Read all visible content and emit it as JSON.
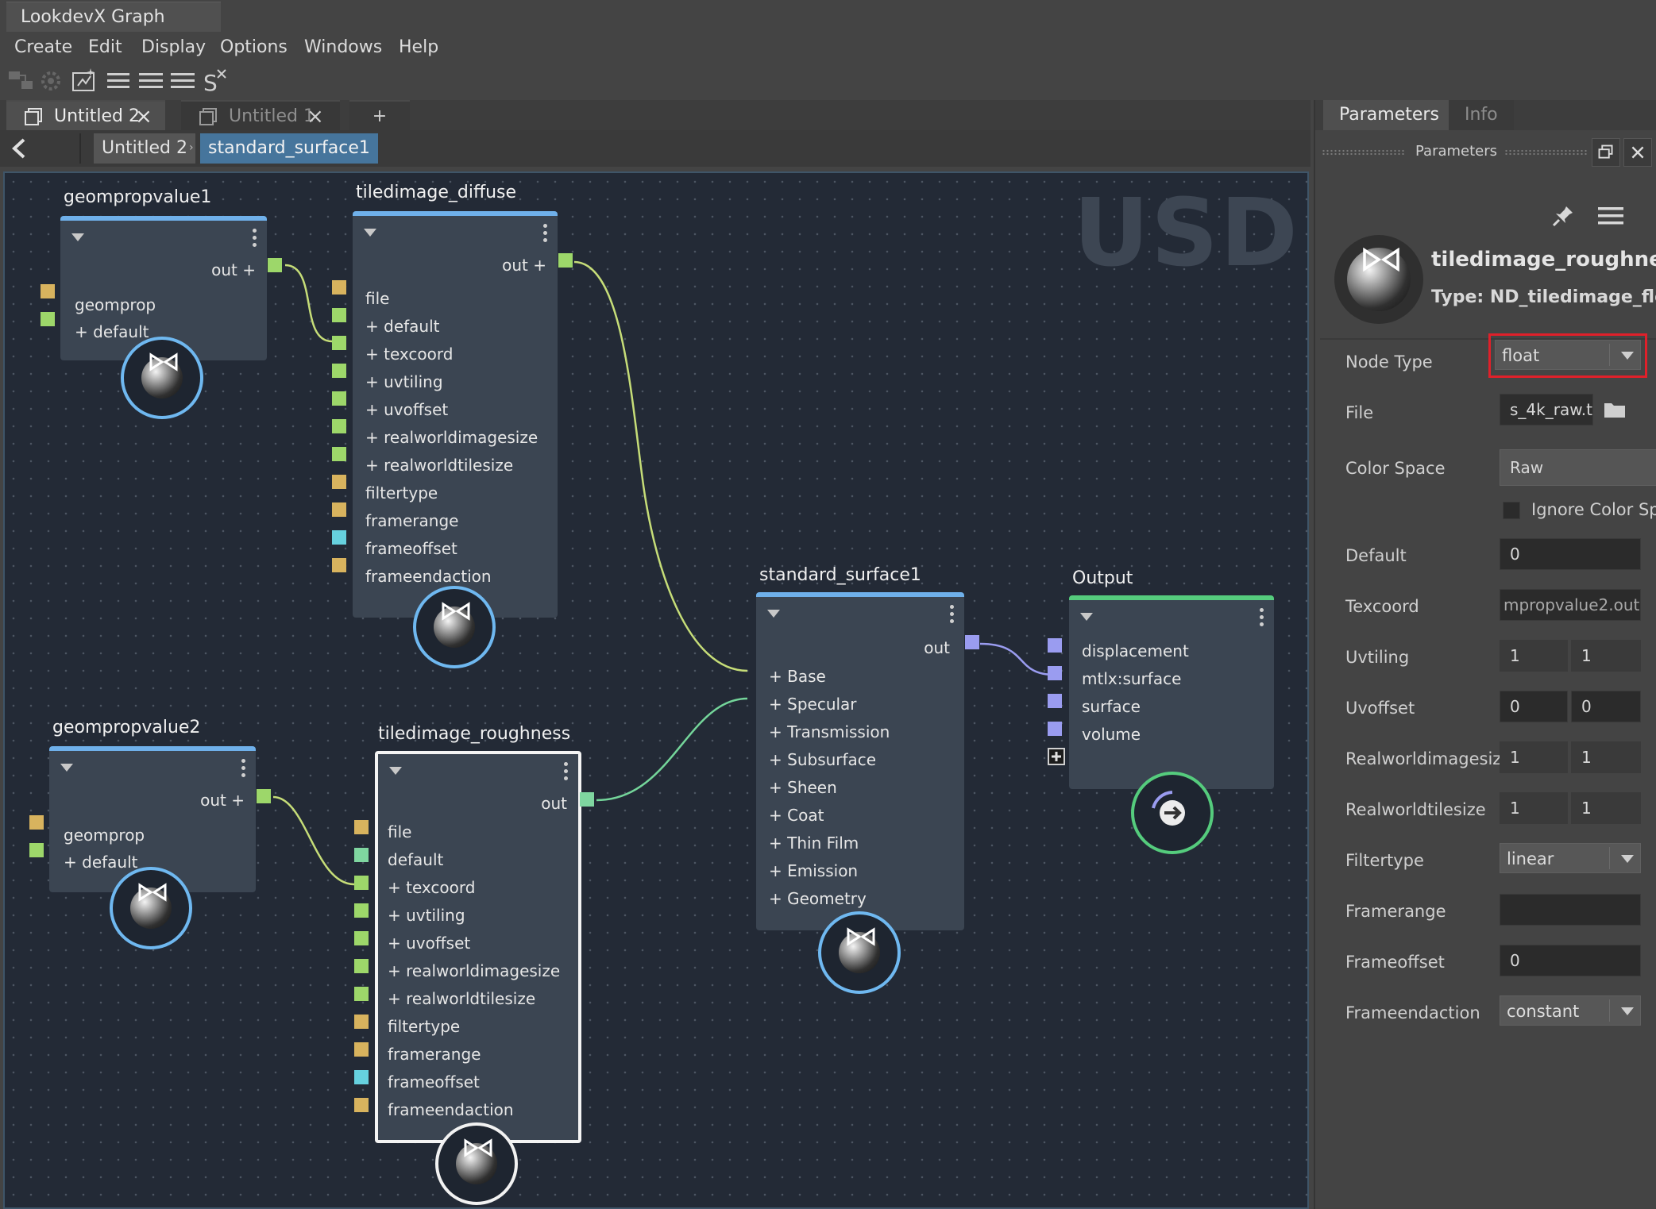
{
  "window": {
    "title": "LookdevX Graph Editor"
  },
  "menu": [
    "Create",
    "Edit",
    "Display",
    "Options",
    "Windows",
    "Help"
  ],
  "toolbar_icons": [
    "nodes-icon",
    "settings-gear-icon",
    "graph-frame-icon",
    "align-left-icon",
    "align-center-icon",
    "align-right-icon",
    "clear-selection-icon"
  ],
  "tabs": [
    {
      "label": "Untitled 2",
      "active": true
    },
    {
      "label": "Untitled 1",
      "active": false
    }
  ],
  "add_tab_label": "+",
  "breadcrumb": {
    "root": "Untitled 2",
    "current": "standard_surface1"
  },
  "canvas": {
    "watermark": "USD"
  },
  "nodes": {
    "geompropvalue1": {
      "title": "geompropvalue1",
      "out": "out",
      "inputs": [
        "geomprop",
        "default"
      ]
    },
    "tiledimage_diffuse": {
      "title": "tiledimage_diffuse",
      "out": "out",
      "inputs": [
        "file",
        "default",
        "texcoord",
        "uvtiling",
        "uvoffset",
        "realworldimagesize",
        "realworldtilesize",
        "filtertype",
        "framerange",
        "frameoffset",
        "frameendaction"
      ]
    },
    "geompropvalue2": {
      "title": "geompropvalue2",
      "out": "out",
      "inputs": [
        "geomprop",
        "default"
      ]
    },
    "tiledimage_roughness": {
      "title": "tiledimage_roughness",
      "out": "out",
      "inputs": [
        "file",
        "default",
        "texcoord",
        "uvtiling",
        "uvoffset",
        "realworldimagesize",
        "realworldtilesize",
        "filtertype",
        "framerange",
        "frameoffset",
        "frameendaction"
      ]
    },
    "standard_surface1": {
      "title": "standard_surface1",
      "out": "out",
      "inputs": [
        "Base",
        "Specular",
        "Transmission",
        "Subsurface",
        "Sheen",
        "Coat",
        "Thin Film",
        "Emission",
        "Geometry"
      ]
    },
    "output": {
      "title": "Output",
      "inputs": [
        "displacement",
        "mtlx:surface",
        "surface",
        "volume"
      ]
    }
  },
  "panel": {
    "tabs": [
      "Parameters",
      "Info"
    ],
    "header_title": "Parameters",
    "node_name": "tiledimage_roughness",
    "node_type": "Type: ND_tiledimage_float",
    "params": {
      "node_type_label": "Node Type",
      "node_type_value": "float",
      "file_label": "File",
      "file_value": "s_4k_raw.tx",
      "color_space_label": "Color Space",
      "color_space_value": "Raw",
      "ignore_color_space_label": "Ignore Color Space",
      "default_label": "Default",
      "default_value": "0",
      "texcoord_label": "Texcoord",
      "texcoord_value": "mpropvalue2.out",
      "uvtiling_label": "Uvtiling",
      "uvtiling_values": [
        "1",
        "1"
      ],
      "uvoffset_label": "Uvoffset",
      "uvoffset_values": [
        "0",
        "0"
      ],
      "realworldimagesize_label": "Realworldimagesiz",
      "realworldimagesize_values": [
        "1",
        "1"
      ],
      "realworldtilesize_label": "Realworldtilesize",
      "realworldtilesize_values": [
        "1",
        "1"
      ],
      "filtertype_label": "Filtertype",
      "filtertype_value": "linear",
      "framerange_label": "Framerange",
      "framerange_value": "",
      "frameoffset_label": "Frameoffset",
      "frameoffset_value": "0",
      "frameendaction_label": "Frameendaction",
      "frameendaction_value": "constant"
    }
  },
  "colors": {
    "canvas_bg": "#232a36",
    "node_bg": "#3b4552",
    "node_header_blue": "#6fb0ea",
    "node_header_green": "#55cc7d",
    "port_yellow": "#d8b35e",
    "port_green": "#9dd76a",
    "port_teal": "#66d1df",
    "port_blue": "#9a9cf0",
    "wire_yellow_green": "#c6dd78",
    "wire_green": "#74d59a",
    "wire_blue": "#9a9cf0",
    "selection_red": "#e0202a"
  }
}
